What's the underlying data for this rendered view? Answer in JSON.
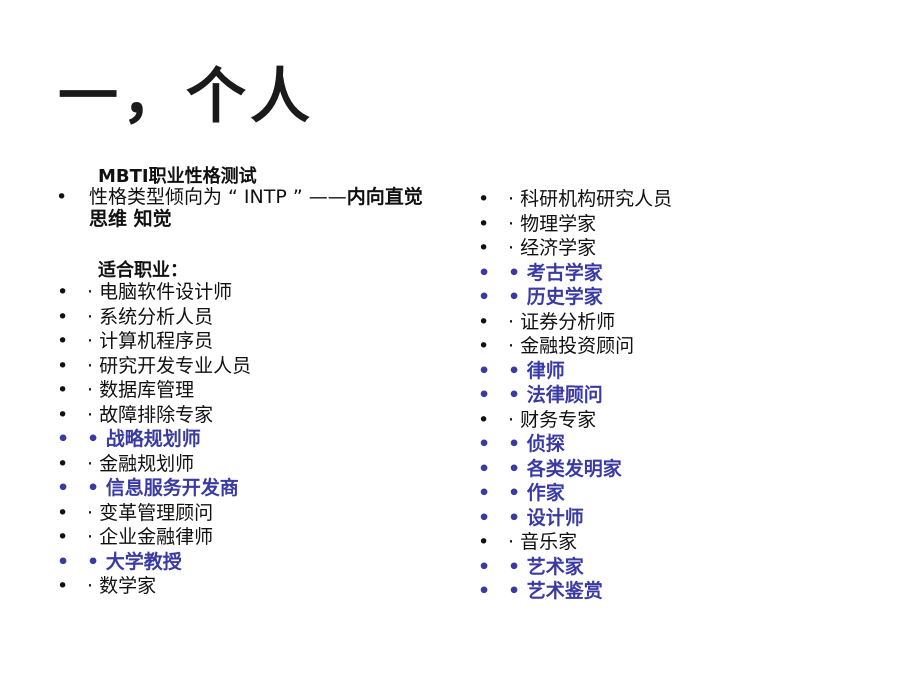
{
  "title": "一，个人",
  "heading": "MBTI职业性格测试",
  "intro": {
    "normal": "性格类型倾向为 “ INTP ” ——",
    "bold": "内向直觉 思维 知觉"
  },
  "suitable_label": "适合职业：",
  "left_items": [
    {
      "text": "· 电脑软件设计师",
      "hl": false
    },
    {
      "text": "· 系统分析人员",
      "hl": false
    },
    {
      "text": "· 计算机程序员",
      "hl": false
    },
    {
      "text": "· 研究开发专业人员",
      "hl": false
    },
    {
      "text": "· 数据库管理",
      "hl": false
    },
    {
      "text": "· 故障排除专家",
      "hl": false
    },
    {
      "text": "• 战略规划师",
      "hl": true
    },
    {
      "text": "· 金融规划师",
      "hl": false
    },
    {
      "text": "• 信息服务开发商",
      "hl": true
    },
    {
      "text": "· 变革管理顾问",
      "hl": false
    },
    {
      "text": "· 企业金融律师",
      "hl": false
    },
    {
      "text": "• 大学教授",
      "hl": true
    },
    {
      "text": "· 数学家",
      "hl": false
    }
  ],
  "right_items": [
    {
      "text": "· 科研机构研究人员",
      "hl": false
    },
    {
      "text": "· 物理学家",
      "hl": false
    },
    {
      "text": "· 经济学家",
      "hl": false
    },
    {
      "text": "• 考古学家",
      "hl": true
    },
    {
      "text": "• 历史学家",
      "hl": true
    },
    {
      "text": "· 证券分析师",
      "hl": false
    },
    {
      "text": "· 金融投资顾问",
      "hl": false
    },
    {
      "text": "• 律师",
      "hl": true
    },
    {
      "text": "• 法律顾问",
      "hl": true
    },
    {
      "text": "· 财务专家",
      "hl": false
    },
    {
      "text": "• 侦探",
      "hl": true
    },
    {
      "text": "• 各类发明家",
      "hl": true
    },
    {
      "text": "• 作家",
      "hl": true
    },
    {
      "text": "• 设计师",
      "hl": true
    },
    {
      "text": "· 音乐家",
      "hl": false
    },
    {
      "text": "• 艺术家",
      "hl": true
    },
    {
      "text": "• 艺术鉴赏",
      "hl": true
    }
  ],
  "colors": {
    "highlight": "#3a3aa3",
    "text": "#111111"
  }
}
